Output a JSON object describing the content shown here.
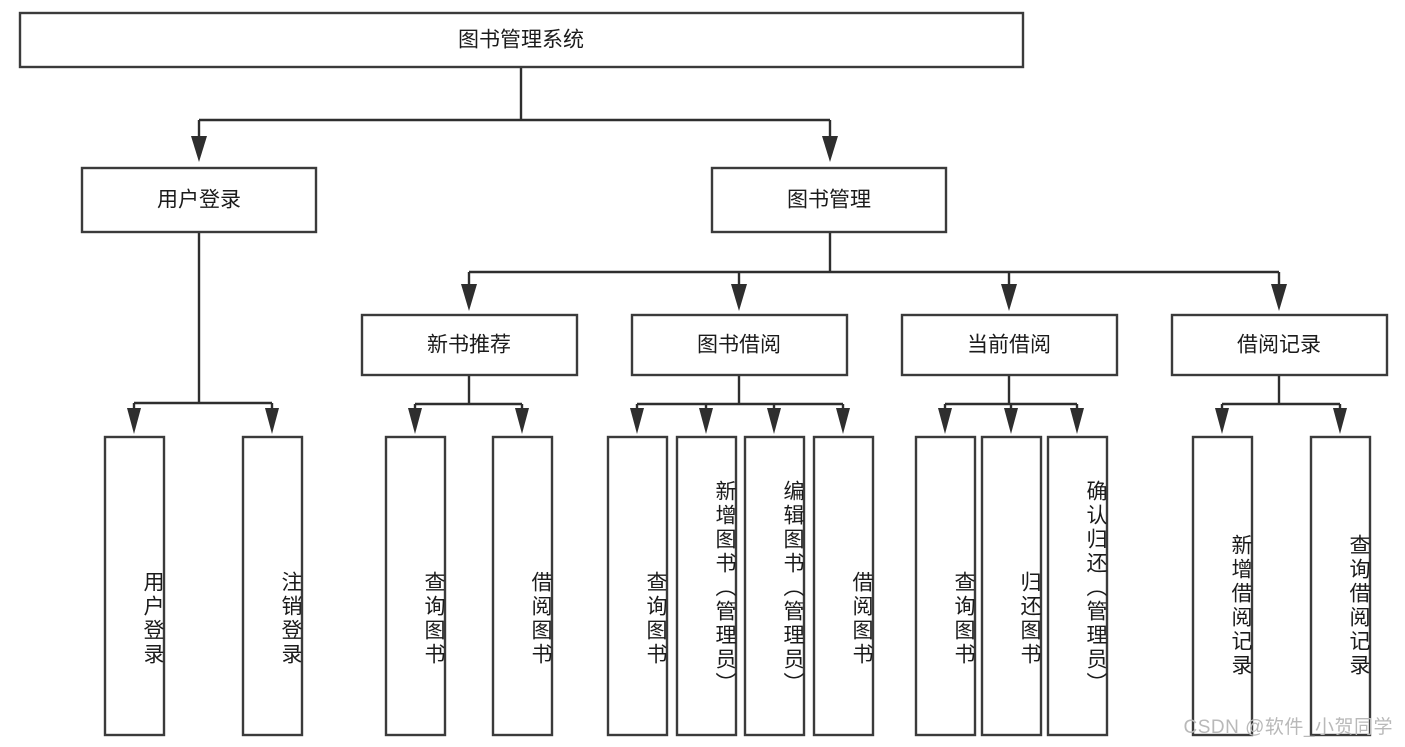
{
  "diagram": {
    "type": "hierarchy-tree",
    "orientation": "top-down",
    "root": {
      "label": "图书管理系统",
      "level": 0
    },
    "level1": [
      {
        "label": "用户登录"
      },
      {
        "label": "图书管理"
      }
    ],
    "level2": [
      {
        "label": "新书推荐",
        "parent": "图书管理"
      },
      {
        "label": "图书借阅",
        "parent": "图书管理"
      },
      {
        "label": "当前借阅",
        "parent": "图书管理"
      },
      {
        "label": "借阅记录",
        "parent": "图书管理"
      }
    ],
    "leaves": {
      "user_login": [
        {
          "label": "用户登录"
        },
        {
          "label": "注销登录"
        }
      ],
      "new_book_recommend": [
        {
          "label": "查询图书"
        },
        {
          "label": "借阅图书"
        }
      ],
      "book_borrow": [
        {
          "label": "查询图书"
        },
        {
          "label": "新增图书（管理员）"
        },
        {
          "label": "编辑图书（管理员）"
        },
        {
          "label": "借阅图书"
        }
      ],
      "current_borrow": [
        {
          "label": "查询图书"
        },
        {
          "label": "归还图书"
        },
        {
          "label": "确认归还（管理员）"
        }
      ],
      "borrow_record": [
        {
          "label": "新增借阅记录"
        },
        {
          "label": "查询借阅记录"
        }
      ]
    }
  },
  "watermark": {
    "text": "CSDN @软件_小贺同学"
  },
  "colors": {
    "box_stroke": "#3b3b3b",
    "box_fill": "#ffffff",
    "connector": "#2e2e2e",
    "text": "#1b1b1b",
    "watermark": "#b9b9b9",
    "background": "#ffffff"
  }
}
